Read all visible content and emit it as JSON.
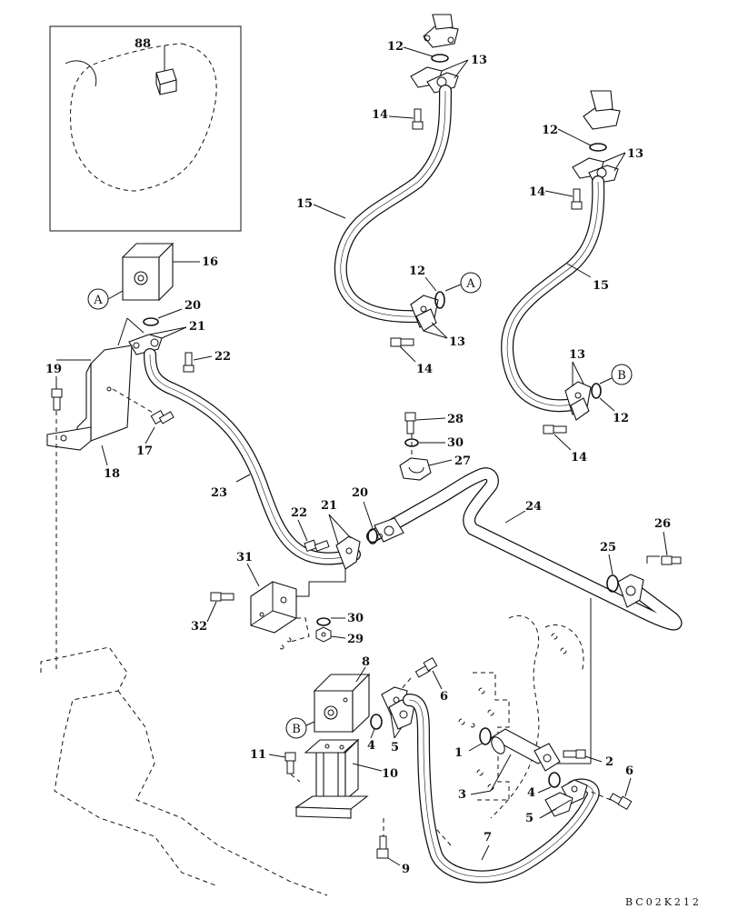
{
  "drawing_code": "BC02K212",
  "callouts": {
    "a": "A",
    "b": "B"
  },
  "labels": {
    "p88": "88",
    "p16": "16",
    "p20a": "20",
    "p21a": "21",
    "p22a": "22",
    "p19": "19",
    "p17": "17",
    "p18": "18",
    "p23": "23",
    "p12a": "12",
    "p13a": "13",
    "p14a": "14",
    "p15a": "15",
    "p12b": "12",
    "p13b": "13",
    "p14b": "14",
    "p15b": "15",
    "p12c": "12",
    "p13c": "13",
    "p14c": "14",
    "p12d": "12",
    "p13d": "13",
    "p14d": "14",
    "p28": "28",
    "p30a": "30",
    "p27": "27",
    "p24": "24",
    "p22b": "22",
    "p21b": "21",
    "p20b": "20",
    "p31": "31",
    "p32": "32",
    "p30b": "30",
    "p29": "29",
    "p25": "25",
    "p26": "26",
    "p8": "8",
    "p11": "11",
    "p10": "10",
    "p9": "9",
    "p4a": "4",
    "p5a": "5",
    "p6a": "6",
    "p7": "7",
    "p1": "1",
    "p2": "2",
    "p3": "3",
    "p4b": "4",
    "p5b": "5",
    "p6b": "6"
  }
}
